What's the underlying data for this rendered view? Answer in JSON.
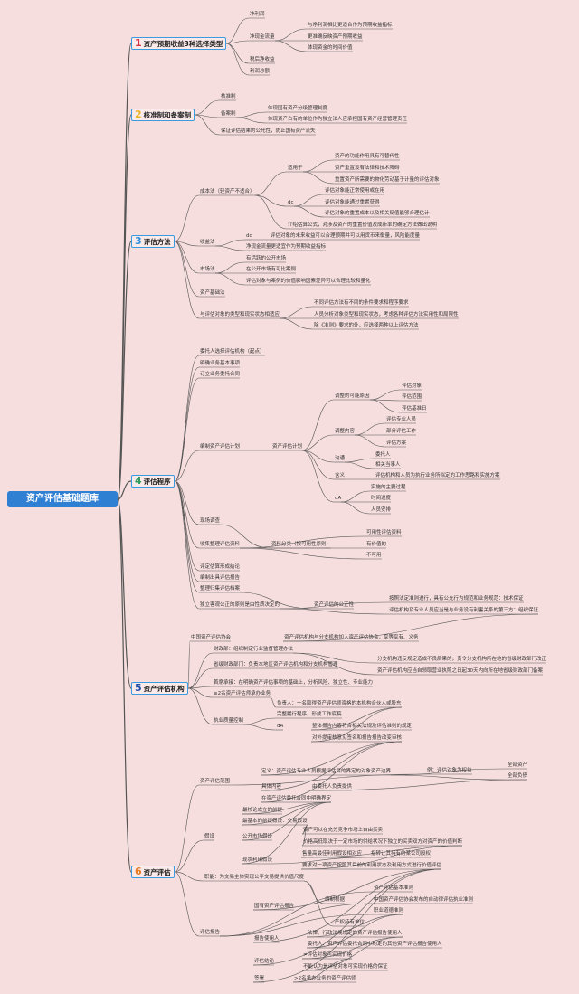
{
  "title": "资产评估基础题库",
  "colors": {
    "root_bg": "#2f7fd3",
    "line": "#555555",
    "branch_border": "#3a9be0",
    "background": "#f7dede"
  },
  "branches": [
    {
      "number": "1",
      "label": "资产预期收益3种选择类型",
      "number_color": "#d9303f"
    },
    {
      "number": "2",
      "label": "核准制和备案制",
      "number_color": "#e8b62a"
    },
    {
      "number": "3",
      "label": "评估方法",
      "number_color": "#2a8fde"
    },
    {
      "number": "4",
      "label": "评估程序",
      "number_color": "#2e9b5a"
    },
    {
      "number": "5",
      "label": "资产评估机构",
      "number_color": "#1f4fa8"
    },
    {
      "number": "6",
      "label": "资产评估",
      "number_color": "#e87a22"
    }
  ],
  "nodes": [
    "净利润",
    "净现金流量",
    "与净利润相比更适合作为预期收益指标",
    "更准确反映资产预期收益",
    "体现资金的时间价值",
    "税后净收益",
    "利润总额",
    "核准制",
    "备案制",
    "体现国有资产分级管理制度",
    "体现资产占有的单位作为独立法人应承担国有资产经营管理责任",
    "保证评估结果的公允性，防止国有资产流失",
    "成本法（轻资产不适合）",
    "适用于",
    "资产的功能作用具有可替代性",
    "资产重置没有法律和技术障碍",
    "重置资产所需要的物化劳动基于计量的评估对象",
    "dc",
    "评估对象能正常使用或在用",
    "评估对象能通过重置获得",
    "评估对象的重置成本以及相关贬值能够合理估计",
    "介绍估算公式，对涉及资产的重置价值及成新率的确定方法做出说明",
    "收益法",
    "dc",
    "评估对象的未来收益可以合理预期并可以用货币来衡量，风险能度量",
    "净现金流量更适宜作为预期收益指标",
    "市场法",
    "有活跃的公开市场",
    "在公开市场有可比案例",
    "评估对象与案例的价值影响因素差异可以合理比较和量化",
    "资产基础法",
    "与评估对象的类型和现实状态相适应",
    "不同评估方法有不同的条件要求和程序要求",
    "人员分析对象类型和现实状态，考虑各种评估方法实用性和局限性",
    "除《准则》要求的外，应选择两种以上评估方法",
    "委托人选择评估机构（起点）",
    "明确业务基本事项",
    "订立业务委托合同",
    "编制资产评估计划",
    "资产评估计划",
    "调整的可能原因",
    "评估对象",
    "评估范围",
    "评估基准日",
    "调整内容",
    "评估专业人员",
    "部分评估工作",
    "评估方案",
    "沟通",
    "委托人",
    "相关当事人",
    "含义",
    "评估机构和人员为执行业务所拟定的工作思路和实施方案",
    "dA",
    "实施的主要过程",
    "时间进度",
    "人员安排",
    "现场调查",
    "收集整理评估资料",
    "资料分类（按可用性原则）",
    "可用性评估资料",
    "有价值的",
    "不可用",
    "评定估算形成结论",
    "编制出具评估报告",
    "整理归集评估档案",
    "独立客观公正的原则是由性质决定的",
    "资产评估的公正性",
    "按照法定准则进行，具有公允行为规范和业务规范：技术保证",
    "评估机构及专业人员应当是与业务没有利害关系的第三方：组织保证",
    "中国资产评估协会",
    "资产评估机构与分支机构加入资产评估协会，享等享有、义务",
    "财政部：组织制定行业监督管理办法",
    "省级财政部门：负责本地区资产评估机构和分支机构管理",
    "分支机构违反规定造成不良后果的，责令分支机构所在地的省级财政部门改正",
    "资产评估机构应当自领取营业执照之日起30天内向所在地省级财政部门备案",
    "首席承接：在明确资产评估事项的基础上，分析风险、独立性、专业能力",
    "≥2名资产评估师承办业务",
    "执业质量控制",
    "负责人：一名取得资产评估师资格的本机构合伙人或股东",
    "完整履行程序，形成工作底稿",
    "dA",
    "整体报告内容符合相关法规及评估准则的规定",
    "对外提审核意见签名和报告报告改变审核",
    "资产评估范围",
    "定义：资产评估专业人员根据评估目的界定的对象资产边界",
    "例：评估对象为权益",
    "全部资产",
    "全部负债",
    "具体内容",
    "由委托人负责提供",
    "在资产评估委托合同中明确界定",
    "假设",
    "最核论成立的前提",
    "最基本的前提假设：交易假设",
    "公开市场假设",
    "资产可以在充分竞争市场上自由买卖",
    "价格高低取决于一定市场的供给状况下独立的买卖双方对资产的价值判断",
    "现状利用假设",
    "售量高最佳利用假设相对应",
    "指转让其持有的某公司股权",
    "要求对一项资产按照其目前的利用状态及利用方式进行价值评估",
    "职能：为交易主体实现公平交易提供价值尺度",
    "评估报告",
    "国有资产评估报告",
    "编制根据",
    "资产评估基本准则",
    "中国资产评估协会发布的自动律评估执业准则",
    "职业道德准则",
    "产权持有单位",
    "报告使用人",
    "法律、行政法规规定的资产评估报告使用人",
    "委托人、资产评估委托合同中约定的其他资产评估报告使用人",
    "评估结论",
    "≠评估对象可实现价格",
    "不能认为是评估对象可实现价格的保证",
    "签署",
    ">2名承办业务的资产评估师"
  ]
}
